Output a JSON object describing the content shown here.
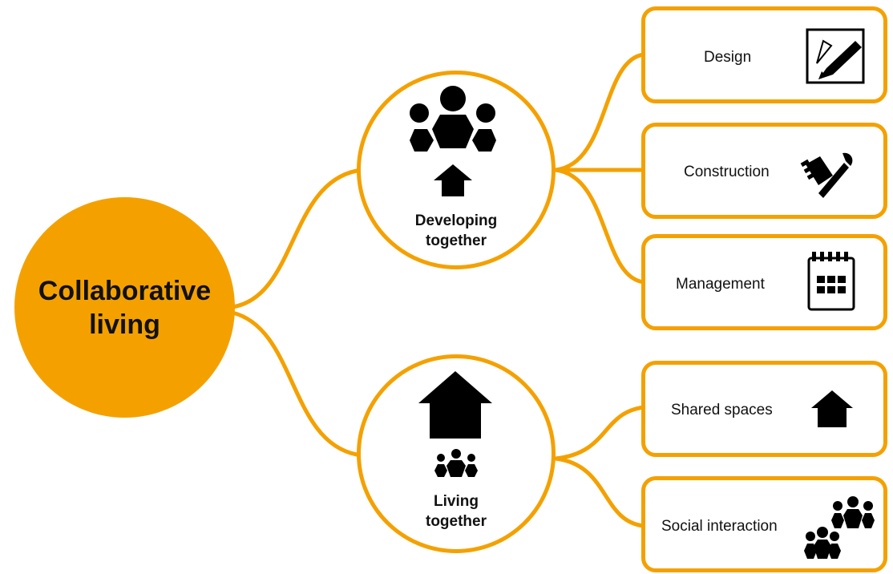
{
  "root": {
    "label_line1": "Collaborative",
    "label_line2": "living"
  },
  "hubs": [
    {
      "label_line1": "Developing",
      "label_line2": "together",
      "children": [
        {
          "label": "Design",
          "icon": "design-pen-icon"
        },
        {
          "label": "Construction",
          "icon": "construction-tools-icon"
        },
        {
          "label": "Management",
          "icon": "calendar-icon"
        }
      ]
    },
    {
      "label_line1": "Living",
      "label_line2": "together",
      "children": [
        {
          "label": "Shared spaces",
          "icon": "house-icon"
        },
        {
          "label": "Social interaction",
          "icon": "people-group-icon"
        }
      ]
    }
  ],
  "colors": {
    "accent": "#f4a100",
    "icon": "#000000",
    "text": "#111111"
  }
}
